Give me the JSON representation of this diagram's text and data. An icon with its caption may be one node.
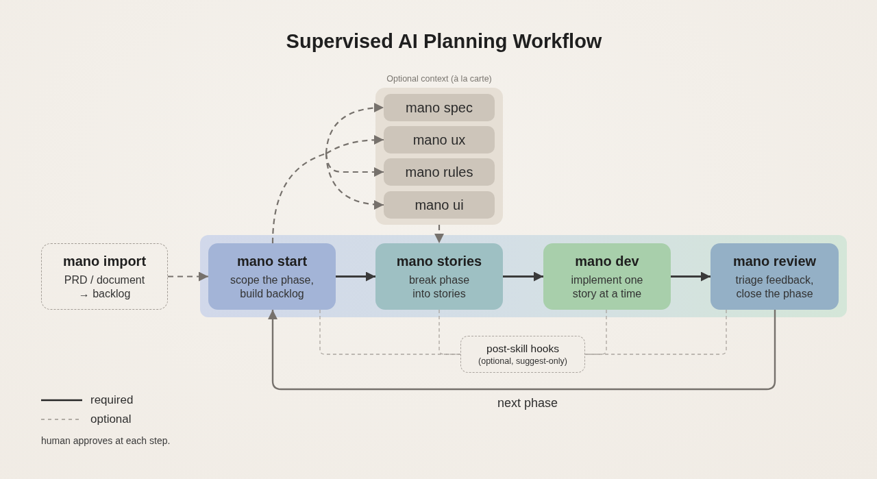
{
  "diagram": {
    "title": "Supervised AI Planning Workflow",
    "nodes": [
      {
        "text": [
          "Optional context (à la carte)"
        ]
      },
      {
        "text": [
          "mano spec"
        ],
        "in": 0
      },
      {
        "text": [
          "mano ux"
        ],
        "in": 0
      },
      {
        "text": [
          "mano rules"
        ],
        "in": 0
      },
      {
        "text": [
          "mano ui"
        ],
        "in": 0
      },
      {
        "text": [
          "mano import",
          "PRD / document → backlog"
        ]
      },
      {
        "text": [],
        "shape": "box"
      },
      {
        "text": [
          "mano start",
          "scope the phase, build backlog"
        ],
        "in": 6
      },
      {
        "text": [
          "mano stories",
          "break phase into stories"
        ],
        "in": 6
      },
      {
        "text": [
          "mano dev",
          "implement one story at a time"
        ],
        "in": 6
      },
      {
        "text": [
          "mano review",
          "triage feedback, close the phase"
        ],
        "in": 6
      },
      {
        "text": [
          "post-skill hooks",
          "(optional, suggest-only)"
        ]
      }
    ],
    "edges": [
      {
        "from": 7,
        "to": 1,
        "arrow": "to",
        "style": "dashed"
      },
      {
        "from": 7,
        "to": 2,
        "arrow": "to",
        "style": "dashed"
      },
      {
        "from": 7,
        "to": 3,
        "arrow": "to",
        "style": "dashed"
      },
      {
        "from": 7,
        "to": 4,
        "arrow": "to",
        "style": "dashed"
      },
      {
        "from": 0,
        "to": 8,
        "arrow": "to",
        "style": "dashed"
      },
      {
        "from": 5,
        "to": 7,
        "arrow": "to",
        "style": "dashed"
      },
      {
        "from": 7,
        "to": 8,
        "arrow": "to",
        "color": "#3a3a3a"
      },
      {
        "from": 8,
        "to": 9,
        "arrow": "to",
        "color": "#3a3a3a"
      },
      {
        "from": 9,
        "to": 10,
        "arrow": "to",
        "color": "#3a3a3a"
      },
      {
        "from": 10,
        "to": 7,
        "arrow": "to",
        "label": "next phase"
      },
      {
        "from": 7,
        "to": 11,
        "arrow": "none",
        "style": "dashed",
        "color": "#aba59f"
      },
      {
        "from": 8,
        "to": 11,
        "arrow": "none",
        "style": "dashed",
        "color": "#aba59f"
      },
      {
        "from": 9,
        "to": 11,
        "arrow": "none",
        "style": "dashed",
        "color": "#aba59f"
      },
      {
        "from": 10,
        "to": 11,
        "arrow": "none",
        "style": "dashed",
        "color": "#aba59f"
      }
    ],
    "labels": [
      "human approves at each step."
    ],
    "legend": [
      {
        "text": "required"
      },
      {
        "text": "optional"
      }
    ]
  }
}
